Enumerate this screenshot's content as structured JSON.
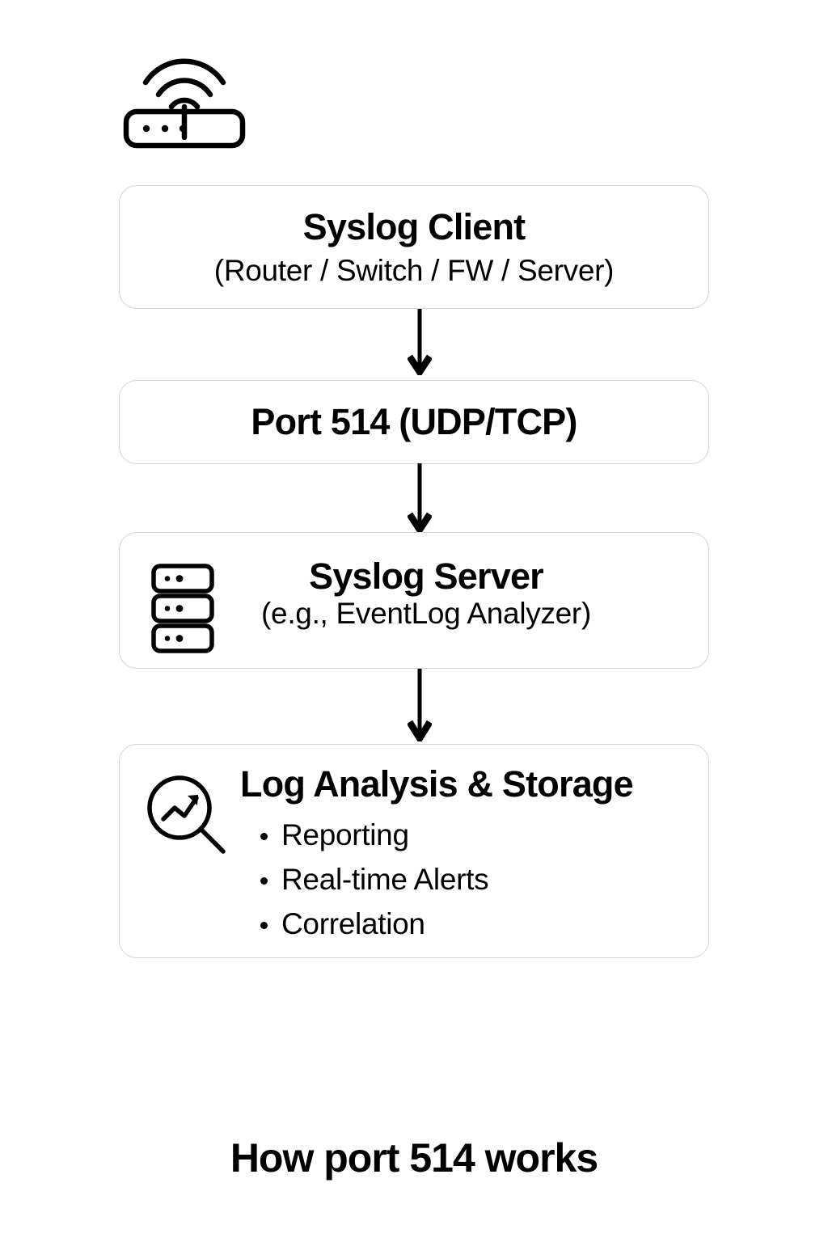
{
  "page": {
    "background_color": "#ffffff",
    "text_color": "#000000",
    "box_border_color": "#d4d4d4",
    "caption": "How port 514 works"
  },
  "router": {
    "icon": "wifi-router-icon"
  },
  "flow": {
    "steps": [
      {
        "id": "syslog-client",
        "title": "Syslog Client",
        "subtitle": "(Router / Switch / FW / Server)",
        "icon": ""
      },
      {
        "id": "port-514",
        "title": "Port 514 (UDP/TCP)",
        "subtitle": "",
        "icon": ""
      },
      {
        "id": "syslog-server",
        "title": "Syslog Server",
        "subtitle": "(e.g., EventLog Analyzer)",
        "icon": "server-rack-icon"
      },
      {
        "id": "log-analysis",
        "title": "Log Analysis & Storage",
        "subtitle": "",
        "icon": "magnifier-trending-icon",
        "bullets": [
          "Reporting",
          "Real-time Alerts",
          "Correlation"
        ]
      }
    ],
    "connectors": [
      {
        "id": "arrow-client-to-port",
        "direction": "down"
      },
      {
        "id": "arrow-port-to-server",
        "direction": "down"
      },
      {
        "id": "arrow-server-to-analysis",
        "direction": "down"
      }
    ]
  }
}
